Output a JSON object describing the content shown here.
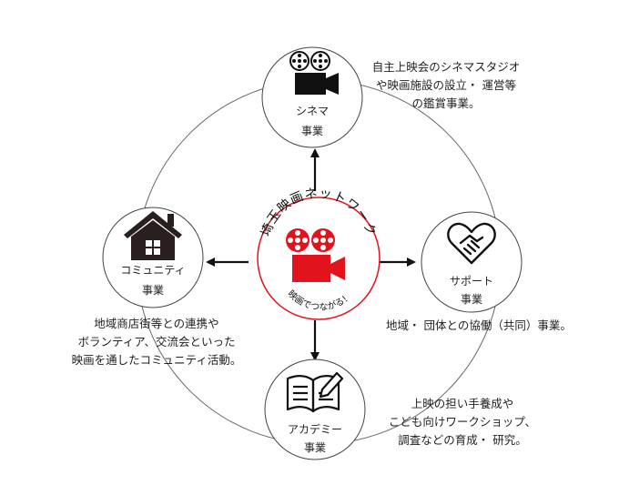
{
  "center": {
    "title": "埼玉映画ネットワーク",
    "tagline": "映画でつながる！"
  },
  "nodes": {
    "cinema": {
      "name": "シネマ",
      "suffix": "事業",
      "icon": "film-camera-icon",
      "description": [
        "自主上映会のシネマスタジオ",
        "や映画施設の設立・ 運営等",
        "の鑑賞事業。"
      ]
    },
    "support": {
      "name": "サポート",
      "suffix": "事業",
      "icon": "heart-handshake-icon",
      "description": [
        "地域・ 団体との協働（共同）事業。"
      ]
    },
    "academy": {
      "name": "アカデミー",
      "suffix": "事業",
      "icon": "book-pencil-icon",
      "description": [
        "上映の担い手養成や",
        "こども向けワークショップ、",
        "調査などの育成・ 研究。"
      ]
    },
    "community": {
      "name": "コミュニティ",
      "suffix": "事業",
      "icon": "house-icon",
      "description": [
        "地域商店街等との連携や",
        "ボランティア、交流会といった",
        "映画を通したコミュニティ活動。"
      ]
    }
  },
  "colors": {
    "accent": "#e2131c",
    "line": "#555555",
    "icon": "#1a1a1a"
  }
}
